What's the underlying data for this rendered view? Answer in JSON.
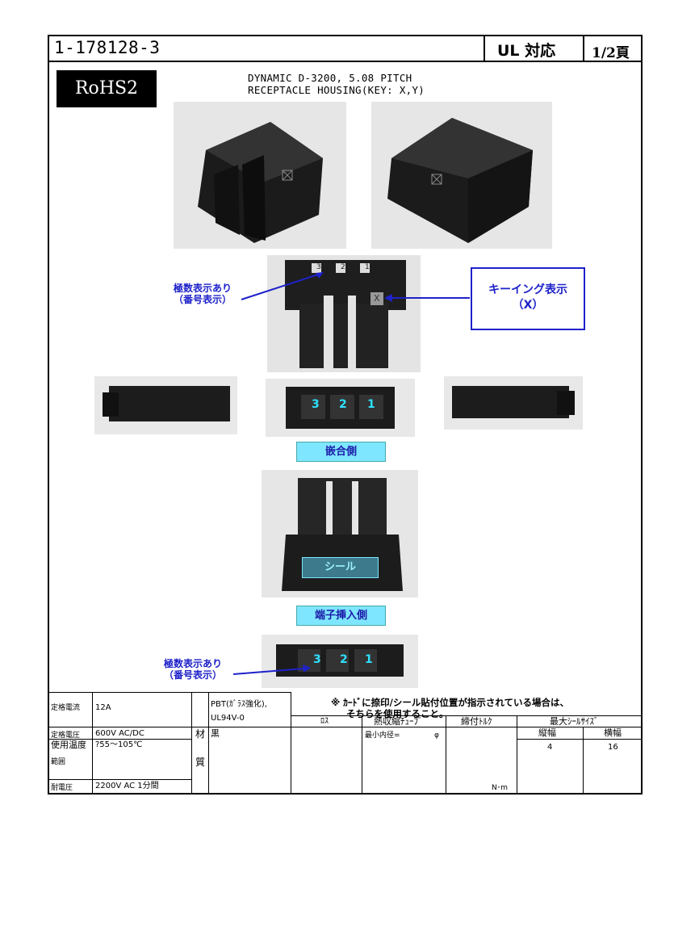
{
  "header": {
    "part_number": "1-178128-3",
    "ul": "UL 対応",
    "page": "1/2頁"
  },
  "rohs": "RoHS2",
  "title": {
    "line1": "DYNAMIC D-3200,  5.08 PITCH",
    "line2": "RECEPTACLE HOUSING(KEY: X,Y)"
  },
  "annotations": {
    "pole_label_line1": "極数表示あり",
    "pole_label_line2": "（番号表示）",
    "keying_line1": "キーイング表示",
    "keying_line2": "（X）",
    "mating_side": "嵌合側",
    "seal": "シール",
    "terminal_side": "端子挿入側",
    "pole_numbers": [
      "3",
      "2",
      "1"
    ],
    "top_marks": [
      "3",
      "2",
      "1"
    ],
    "key_mark": "X"
  },
  "note": {
    "line1": "※ ｶｰﾄﾞに捺印/シール貼付位置が指示されている場合は、",
    "line2": "そちらを使用すること。"
  },
  "specs": {
    "rated_current_label": "定格電流",
    "rated_current": "12A",
    "rated_voltage_label": "定格電圧",
    "rated_voltage": "600V AC/DC",
    "temp_label_1": "使用温度",
    "temp_label_2": "範囲",
    "temp_value": "?55～105℃",
    "withstand_label": "耐電圧",
    "withstand_value": "2200V AC 1分間",
    "material_label_1": "材",
    "material_label_2": "質",
    "material_line1": "PBT(ｶﾞﾗｽ強化),",
    "material_line2": "UL94V-0",
    "material_line3": "黒",
    "col_loss": "ﾛｽ",
    "col_heat_tube": "熱収縮ﾁｭｰﾌﾞ",
    "min_inner_dia": "最小内径=",
    "phi": "φ",
    "col_torque": "締付ﾄﾙｸ",
    "torque_unit": "N･m",
    "col_seal_size": "最大ｼｰﾙｻｲｽﾞ",
    "seal_h_label": "縦幅",
    "seal_w_label": "横幅",
    "seal_h": "4",
    "seal_w": "16"
  }
}
